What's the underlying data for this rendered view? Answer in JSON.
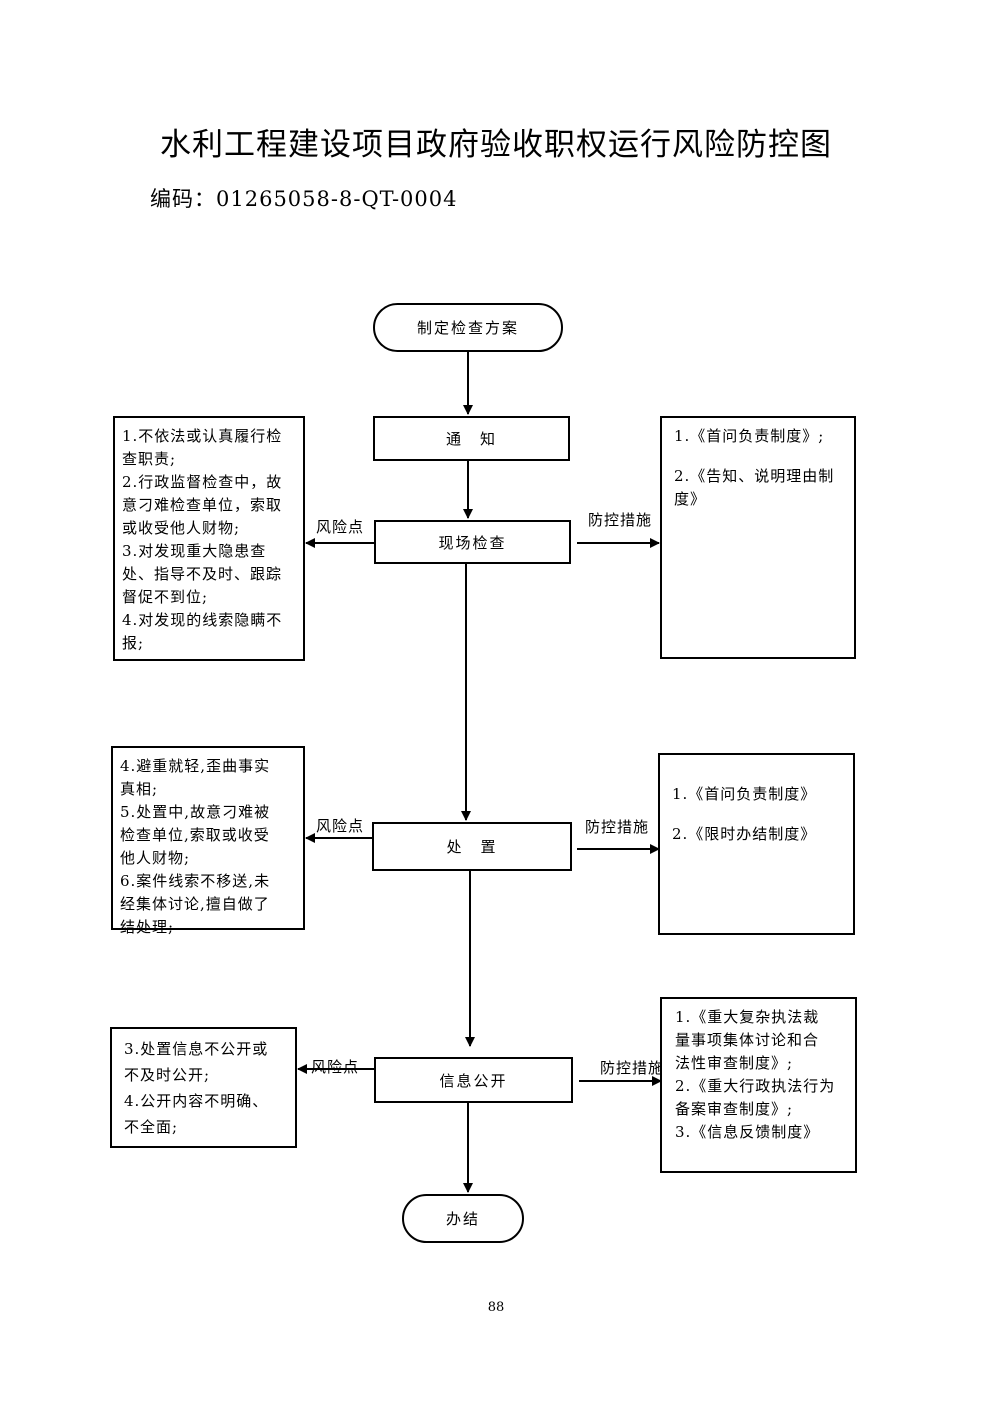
{
  "title": "水利工程建设项目政府验收职权运行风险防控图",
  "code": "编码：01265058-8-QT-0004",
  "page_number": "88",
  "flow": {
    "start": "制定检查方案",
    "notify": "通　知",
    "inspect": "现场检查",
    "handle": "处　置",
    "disclose": "信息公开",
    "end": "办结"
  },
  "labels": {
    "risk": "风险点",
    "control": "防控措施"
  },
  "risks": {
    "inspect": [
      "1.不依法或认真履行检",
      "查职责;",
      "2.行政监督检查中，故",
      "意刁难检查单位，索取",
      "或收受他人财物;",
      "3.对发现重大隐患查",
      "处、指导不及时、跟踪",
      "督促不到位;",
      "4.对发现的线索隐瞒不",
      "报;"
    ],
    "handle": [
      "4.避重就轻,歪曲事实",
      "真相;",
      "5.处置中,故意刁难被",
      "检查单位,索取或收受",
      "他人财物;",
      "6.案件线索不移送,未",
      "经集体讨论,擅自做了",
      "结处理;"
    ],
    "disclose": [
      "3.处置信息不公开或",
      "不及时公开;",
      "4.公开内容不明确、",
      "不全面;"
    ]
  },
  "controls": {
    "inspect": [
      "1.《首问负责制度》;",
      "",
      "2.《告知、说明理由制",
      "度》"
    ],
    "handle": [
      "1.《首问负责制度》",
      "",
      "2.《限时办结制度》"
    ],
    "disclose": [
      "1.《重大复杂执法裁",
      "量事项集体讨论和合",
      "法性审查制度》;",
      "2.《重大行政执法行为",
      "备案审查制度》;",
      "3.《信息反馈制度》"
    ]
  }
}
